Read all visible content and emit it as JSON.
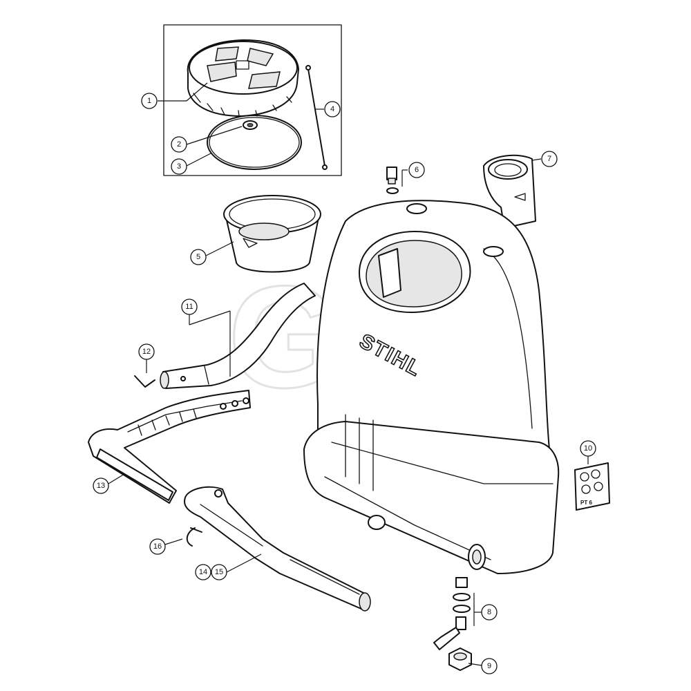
{
  "watermark": "GHS",
  "tank_brand": "STIHL",
  "sticker_code": "PT 6",
  "callouts": [
    {
      "id": "1",
      "label": "1"
    },
    {
      "id": "2",
      "label": "2"
    },
    {
      "id": "3",
      "label": "3"
    },
    {
      "id": "4",
      "label": "4"
    },
    {
      "id": "5",
      "label": "5"
    },
    {
      "id": "6",
      "label": "6"
    },
    {
      "id": "7",
      "label": "7"
    },
    {
      "id": "8",
      "label": "8"
    },
    {
      "id": "9",
      "label": "9"
    },
    {
      "id": "10",
      "label": "10"
    },
    {
      "id": "11",
      "label": "11"
    },
    {
      "id": "12",
      "label": "12"
    },
    {
      "id": "13",
      "label": "13"
    },
    {
      "id": "14",
      "label": "14"
    },
    {
      "id": "15",
      "label": "15"
    },
    {
      "id": "16",
      "label": "16"
    }
  ]
}
